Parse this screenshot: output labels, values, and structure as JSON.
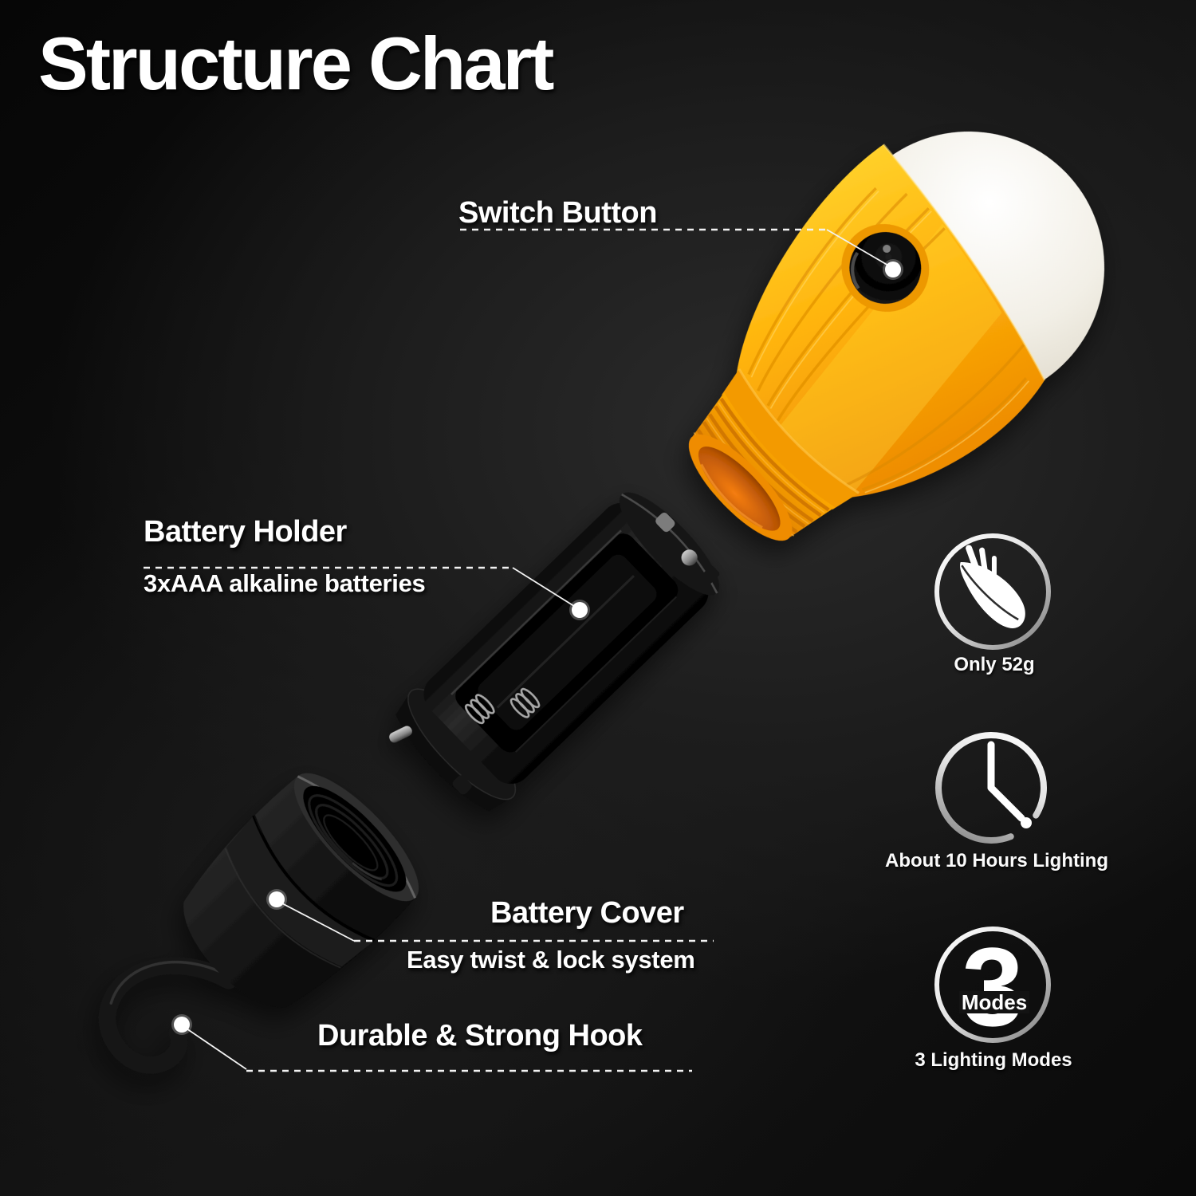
{
  "page": {
    "title": "Structure Chart"
  },
  "callouts": {
    "switch_button": {
      "label": "Switch Button"
    },
    "battery_holder": {
      "label": "Battery Holder",
      "sublabel": "3xAAA alkaline batteries"
    },
    "battery_cover": {
      "label": "Battery Cover",
      "sublabel": "Easy twist & lock system"
    },
    "hook": {
      "label": "Durable & Strong Hook"
    }
  },
  "features": [
    {
      "icon": "feather-icon",
      "caption": "Only 52g"
    },
    {
      "icon": "clock-icon",
      "caption": "About 10 Hours Lighting"
    },
    {
      "icon": "three-modes-icon",
      "number": "3",
      "unit": "Modes",
      "caption": "3 Lighting Modes"
    }
  ],
  "colors": {
    "background": "#121212",
    "bulb_body_orange": "#ffaa08",
    "bulb_body_yellow": "#ffd12b",
    "bulb_dome_white": "#f2efe6",
    "bulb_socket_inner": "#b85405",
    "part_black": "#141414",
    "leader_line": "#f2f2f2",
    "text": "#ffffff"
  }
}
